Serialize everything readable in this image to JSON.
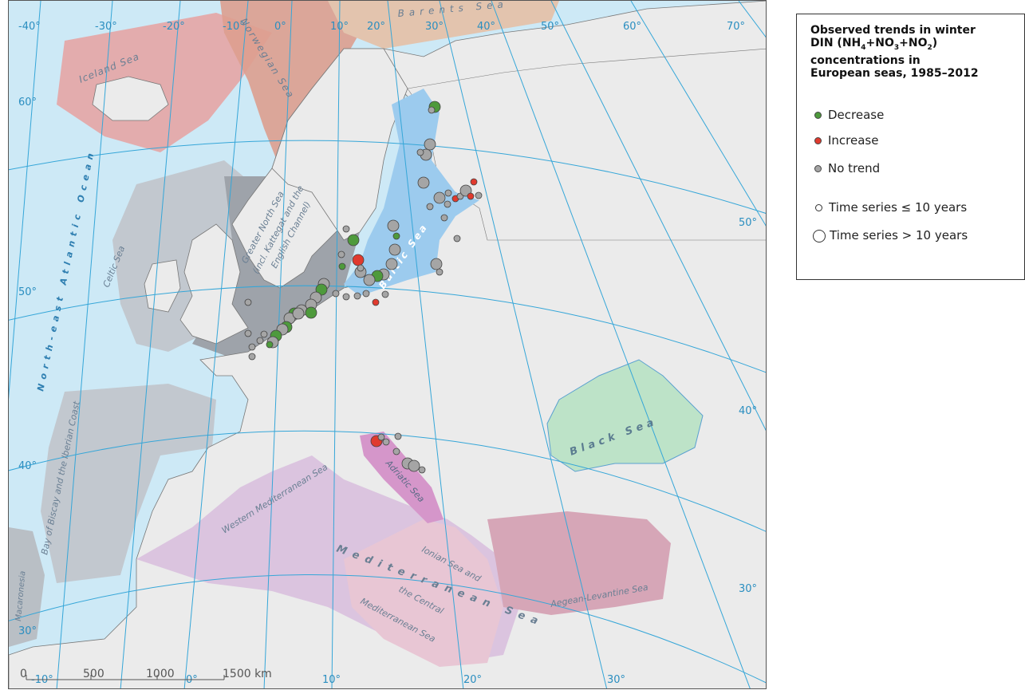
{
  "legend": {
    "title_line1": "Observed trends in winter",
    "title_line2_pre": "DIN (NH",
    "sub4": "4",
    "title_line2_mid1": "+NO",
    "sub3": "3",
    "title_line2_mid2": "+NO",
    "sub2": "2",
    "title_line2_end": ")",
    "title_line3": "concentrations in",
    "title_line4": "European seas, 1985–2012",
    "items": [
      {
        "label": "Decrease",
        "color": "#4e9a3c"
      },
      {
        "label": "Increase",
        "color": "#e03a2e"
      },
      {
        "label": "No trend",
        "color": "#a5a5a5"
      }
    ],
    "size_items": [
      {
        "label": "Time series ≤ 10 years"
      },
      {
        "label": "Time series > 10 years"
      }
    ]
  },
  "sea_labels": {
    "iceland_sea": "Iceland Sea",
    "norwegian_sea": "Norwegian Sea",
    "barents_sea": "Barents Sea",
    "north_atlantic": "North-east Atlantic Ocean",
    "celtic_sea": "Celtic Sea",
    "greater_north_sea_1": "Greater North Sea",
    "greater_north_sea_2": "(incl. Kattegat and the",
    "greater_north_sea_3": "English Channel)",
    "baltic_sea": "Baltic Sea",
    "black_sea": "Black Sea",
    "adriatic_sea": "Adriatic Sea",
    "western_med": "Western Mediterranean Sea",
    "bay_biscay": "Bay of Biscay and the Iberian Coast",
    "macaronesia": "Macaronesia",
    "ionian_1": "Ionian Sea and",
    "ionian_2": "the Central",
    "ionian_3": "Mediterranean Sea",
    "aegean": "Aegean-Levantine Sea",
    "mediterranean": "Mediterranean Sea"
  },
  "graticule": {
    "top": [
      "-40°",
      "-30°",
      "-20°",
      "-10°",
      "0°",
      "10°",
      "20°",
      "30°",
      "40°",
      "50°",
      "60°",
      "70°"
    ],
    "bottom": [
      "-10°",
      "0°",
      "10°",
      "20°",
      "30°"
    ],
    "lat_left": [
      "60°",
      "50°",
      "40°",
      "30°"
    ],
    "lat_right": [
      "50°",
      "40°",
      "30°"
    ]
  },
  "scale_bar": {
    "labels": [
      "0",
      "500",
      "1000",
      "1500 km"
    ]
  },
  "colors": {
    "ocean": "#cde9f6",
    "land": "#ebebeb",
    "graticule": "#35a6d8",
    "decrease": "#4e9a3c",
    "increase": "#e03a2e",
    "no_trend": "#a5a5a5"
  }
}
